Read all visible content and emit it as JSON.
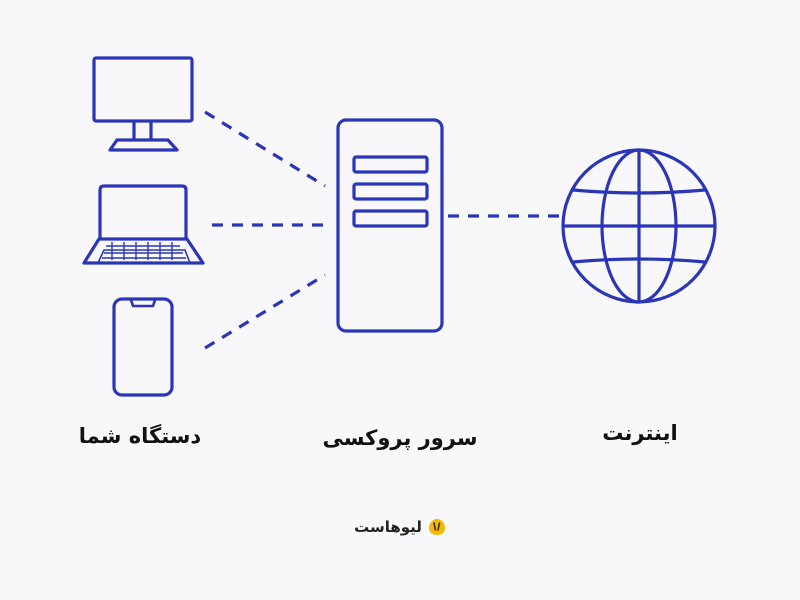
{
  "diagram": {
    "nodes": {
      "devices": {
        "label": "دستگاه شما",
        "icons": [
          "monitor-icon",
          "laptop-icon",
          "smartphone-icon"
        ]
      },
      "proxy": {
        "label": "سرور پروکسی",
        "icon": "server-icon"
      },
      "internet": {
        "label": "اینترنت",
        "icon": "globe-icon"
      }
    },
    "edges": [
      {
        "from": "monitor",
        "to": "proxy",
        "style": "dashed"
      },
      {
        "from": "laptop",
        "to": "proxy",
        "style": "dashed"
      },
      {
        "from": "smartphone",
        "to": "proxy",
        "style": "dashed"
      },
      {
        "from": "proxy",
        "to": "internet",
        "style": "dashed"
      }
    ]
  },
  "brand": {
    "name": "لیوهاست",
    "logo_icon": "brand-logo-icon",
    "logo_color": "#f5b800"
  },
  "colors": {
    "stroke": "#2b35b8",
    "background": "#f8f8fa",
    "text": "#111111"
  }
}
